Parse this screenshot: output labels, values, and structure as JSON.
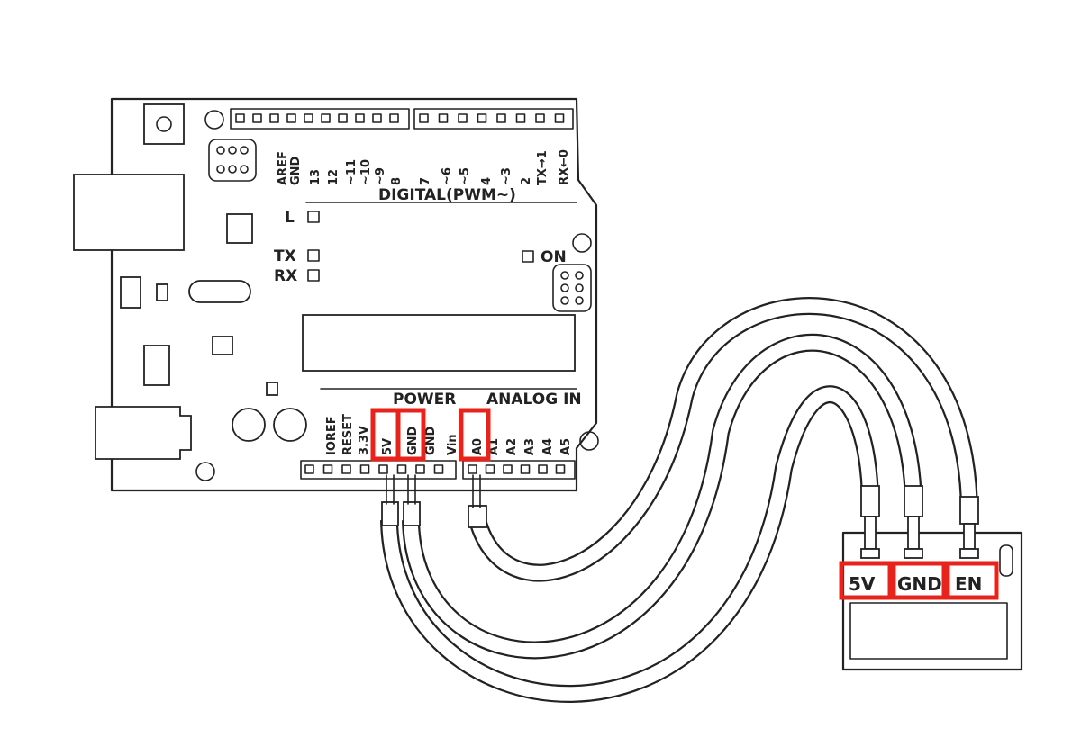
{
  "board": {
    "digital_header_label": "DIGITAL(PWM~)",
    "digital_pins": [
      "AREF",
      "GND",
      "13",
      "12",
      "~11",
      "~10",
      "~9",
      "8",
      "7",
      "~6",
      "~5",
      "4",
      "~3",
      "2",
      "TX→1",
      "RX←0"
    ],
    "led_l": "L",
    "led_tx": "TX",
    "led_rx": "RX",
    "led_on": "ON",
    "power_label": "POWER",
    "analog_label": "ANALOG IN",
    "power_pins": [
      "IOREF",
      "RESET",
      "3.3V",
      "5V",
      "GND",
      "GND",
      "Vin"
    ],
    "analog_pins": [
      "A0",
      "A1",
      "A2",
      "A3",
      "A4",
      "A5"
    ]
  },
  "sensor": {
    "pins": [
      "5V",
      "GND",
      "EN"
    ]
  },
  "colors": {
    "ink": "#222222",
    "highlight": "#e8231b"
  }
}
